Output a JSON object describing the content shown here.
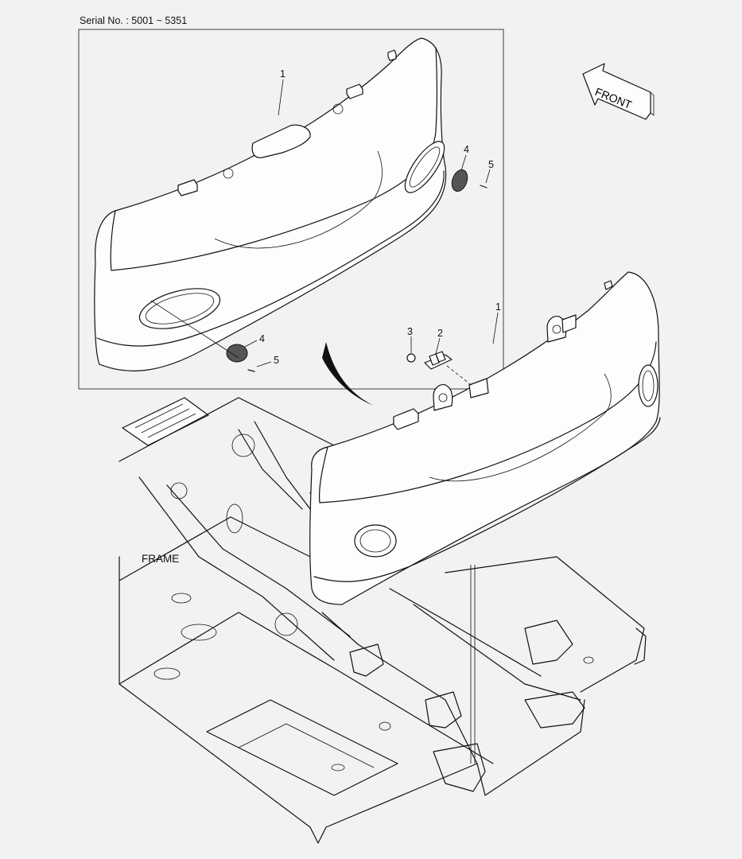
{
  "header": {
    "serial": "Serial No. : 5001 ~ 5351"
  },
  "direction": {
    "front": "FRONT"
  },
  "frame_label": "FRAME",
  "callouts": {
    "inset_part1": "1",
    "inset_part4_right": "4",
    "inset_part5_right": "5",
    "inset_part4_left": "4",
    "inset_part5_left": "5",
    "main_part1": "1",
    "main_part2": "2",
    "main_part3": "3"
  }
}
